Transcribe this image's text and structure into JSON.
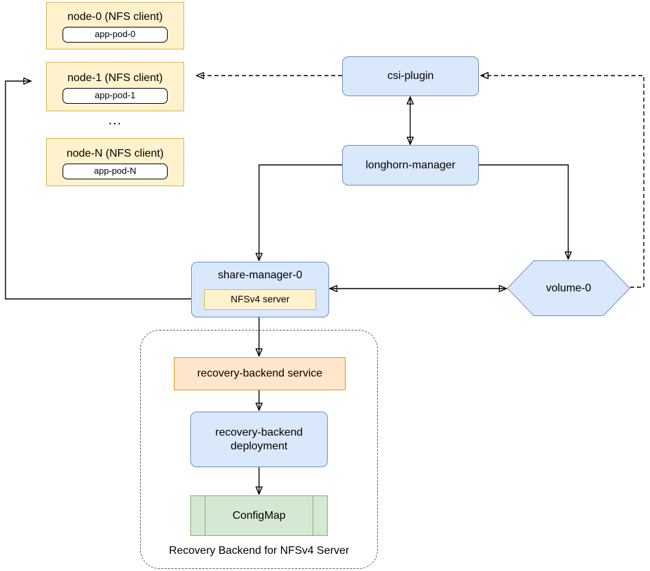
{
  "nodes": [
    {
      "label": "node-0 (NFS client)",
      "pod": "app-pod-0"
    },
    {
      "label": "node-1 (NFS client)",
      "pod": "app-pod-1"
    },
    {
      "label": "node-N (NFS client)",
      "pod": "app-pod-N"
    }
  ],
  "ellipsis": "...",
  "components": {
    "csi_plugin": "csi-plugin",
    "longhorn_manager": "longhorn-manager",
    "share_manager": "share-manager-0",
    "nfs_server": "NFSv4 server",
    "volume": "volume-0",
    "recovery_service": "recovery-backend service",
    "recovery_deployment": "recovery-backend deployment",
    "configmap": "ConfigMap",
    "recovery_caption": "Recovery Backend for NFSv4 Server"
  },
  "colors": {
    "blue_fill": "#DAE8FC",
    "blue_stroke": "#6C8EBF",
    "yellow_fill": "#FFF2CC",
    "yellow_stroke": "#D6B656",
    "orange_fill": "#FFE6CC",
    "orange_stroke": "#D79B00",
    "green_fill": "#D5E8D4",
    "green_stroke": "#82B366",
    "line": "#000000"
  }
}
